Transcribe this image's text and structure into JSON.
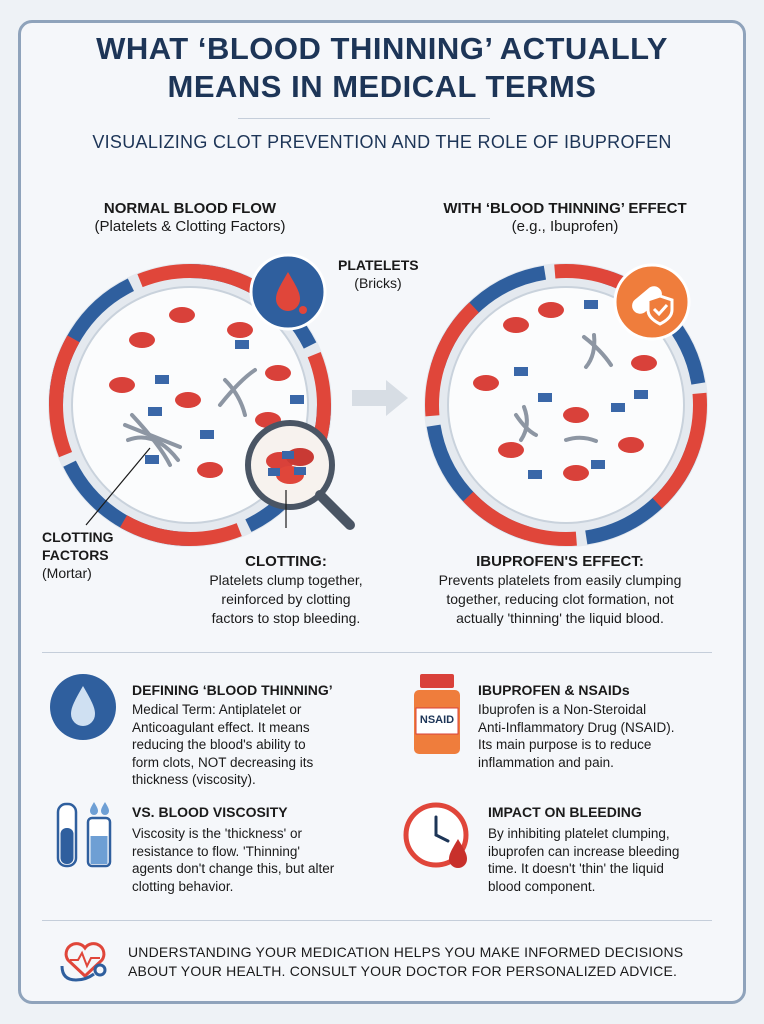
{
  "title_line1": "WHAT ‘BLOOD THINNING’ ACTUALLY",
  "title_line2": "MEANS IN MEDICAL TERMS",
  "subtitle": "VISUALIZING CLOT PREVENTION AND THE ROLE OF IBUPROFEN",
  "left_panel": {
    "heading": "NORMAL BLOOD FLOW",
    "subheading": "(Platelets & Clotting Factors)",
    "platelets_label": "PLATELETS",
    "platelets_sub": "(Bricks)",
    "factors_label_1": "CLOTTING",
    "factors_label_2": "FACTORS",
    "factors_sub": "(Mortar)",
    "caption_title": "CLOTTING:",
    "caption_line1": "Platelets clump together,",
    "caption_line2": "reinforced by clotting",
    "caption_line3": "factors to stop bleeding."
  },
  "right_panel": {
    "heading": "WITH ‘BLOOD THINNING’ EFFECT",
    "subheading": "(e.g., Ibuprofen)",
    "caption_title": "IBUPROFEN'S EFFECT:",
    "caption_line1": "Prevents platelets from easily clumping",
    "caption_line2": "together, reducing clot formation, not",
    "caption_line3": "actually 'thinning' the liquid blood."
  },
  "sections": {
    "defining": {
      "title": "DEFINING ‘BLOOD THINNING’",
      "lines": [
        "Medical Term: Antiplatelet or",
        "Anticoagulant effect. It means",
        "reducing the blood's ability to",
        "form clots, NOT decreasing its",
        "thickness (viscosity)."
      ]
    },
    "nsaids": {
      "title": "IBUPROFEN & NSAIDs",
      "bottle_label": "NSAID",
      "lines": [
        "Ibuprofen is a Non-Steroidal",
        "Anti-Inflammatory Drug (NSAID).",
        "Its main purpose is to reduce",
        "inflammation and pain."
      ]
    },
    "viscosity": {
      "title": "VS. BLOOD VISCOSITY",
      "lines": [
        "Viscosity is the 'thickness' or",
        "resistance to flow. 'Thinning'",
        "agents don't change this, but alter",
        "clotting behavior."
      ]
    },
    "bleeding": {
      "title": "IMPACT ON BLEEDING",
      "lines": [
        "By inhibiting platelet clumping,",
        "ibuprofen can increase bleeding",
        "time. It doesn't 'thin' the liquid",
        "blood component."
      ]
    }
  },
  "footer_line1": "UNDERSTANDING YOUR MEDICATION HELPS YOU MAKE INFORMED DECISIONS",
  "footer_line2": "ABOUT YOUR HEALTH. CONSULT YOUR DOCTOR FOR PERSONALIZED ADVICE.",
  "colors": {
    "navy": "#1d3557",
    "red": "#e0463a",
    "blue": "#2f5f9e",
    "orange": "#ef7d3c",
    "rbc": "#d9413a"
  }
}
